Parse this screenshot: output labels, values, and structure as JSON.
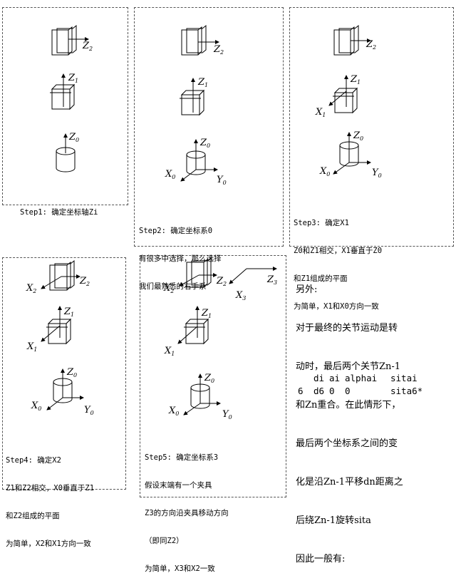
{
  "labels": {
    "Z": "Z",
    "X": "X",
    "Y": "Y",
    "s0": "0",
    "s1": "1",
    "s2": "2",
    "s3": "3"
  },
  "steps": [
    {
      "lines": [
        "Step1: 确定坐标轴Zi"
      ]
    },
    {
      "lines": [
        "Step2: 确定坐标系0",
        "有很多中选择，那么选择",
        "我们最熟悉的右手系"
      ]
    },
    {
      "lines": [
        "Step3: 确定X1",
        "Z0和Z1相交，X1垂直于Z0",
        "和Z1组成的平面",
        "为简单，X1和X0方向一致"
      ]
    },
    {
      "lines": [
        "Step4: 确定X2",
        "Z1和Z2相交，X0垂直于Z1",
        "和Z2组成的平面",
        "为简单，X2和X1方向一致"
      ]
    },
    {
      "lines": [
        "Step5: 确定坐标系3",
        "假设末端有一个夹具",
        "Z3的方向沿夹具移动方向",
        "（即同Z2）",
        "为简单，X3和X2一致"
      ]
    }
  ],
  "note": {
    "lines": [
      "另外:",
      "对于最终的关节运动是转",
      "动时，最后两个关节Zn-1",
      "和Zn重合。在此情形下，",
      "最后两个坐标系之间的变",
      "化是沿Zn-1平移dn距离之",
      "后绕Zn-1旋转sita",
      "因此一般有:"
    ],
    "table_header": [
      "di",
      "ai",
      "alphai",
      "sitai"
    ],
    "table_row": [
      "6",
      "d6",
      "0",
      "0",
      "sita6*"
    ]
  }
}
